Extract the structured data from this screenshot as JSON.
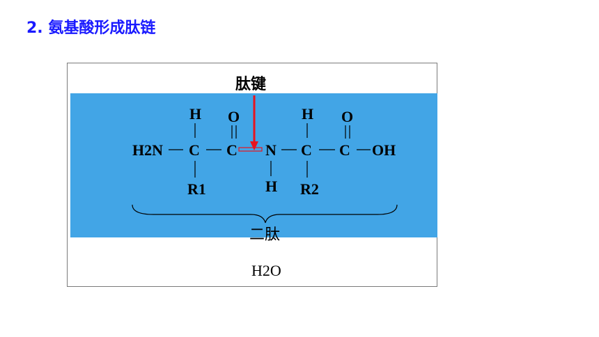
{
  "slide": {
    "title": "2. 氨基酸形成肽链"
  },
  "diagram": {
    "peptide_bond_label": "肽键",
    "dipeptide_label": "二肽",
    "water_label": "H2O",
    "atoms": {
      "h_top_1": "H",
      "o_top_1": "O",
      "h_top_2": "H",
      "o_top_2": "O",
      "amino_group": "H2N",
      "c_alpha_1": "C",
      "c_carbonyl_1": "C",
      "n_amide": "N",
      "c_alpha_2": "C",
      "c_carbonyl_2": "C",
      "hydroxyl": "OH",
      "r1": "R1",
      "h_amide": "H",
      "r2": "R2"
    },
    "colors": {
      "panel_blue": "#42a5e6",
      "arrow_red": "#e8141e",
      "title_blue": "#1a1aff"
    }
  }
}
